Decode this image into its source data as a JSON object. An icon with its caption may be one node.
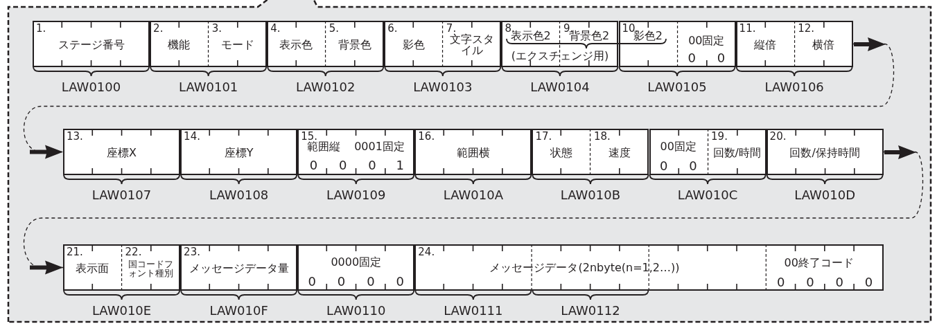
{
  "diagram": {
    "nodes": [
      {
        "text": [
          "1.",
          "ステージ番号"
        ],
        "beside": [
          "LAW0100"
        ]
      },
      {
        "text": [
          "2.",
          "機能",
          "3.",
          "モード"
        ],
        "beside": [
          "LAW0101"
        ]
      },
      {
        "text": [
          "4.",
          "表示色",
          "5.",
          "背景色"
        ],
        "beside": [
          "LAW0102"
        ]
      },
      {
        "text": [
          "6.",
          "影色",
          "7.",
          "文字スタイル"
        ],
        "beside": [
          "LAW0103"
        ]
      },
      {
        "text": [
          "8.",
          "表示色2",
          "9.",
          "背景色2",
          "(エクスチェンジ用)"
        ],
        "beside": [
          "LAW0104"
        ]
      },
      {
        "text": [
          "10.",
          "影色2",
          "00固定",
          "0",
          "0"
        ],
        "beside": [
          "LAW0105"
        ]
      },
      {
        "text": [
          "11.",
          "縦倍",
          "12.",
          "横倍"
        ],
        "beside": [
          "LAW0106"
        ]
      },
      {
        "text": [
          "13.",
          "座標X"
        ],
        "beside": [
          "LAW0107"
        ]
      },
      {
        "text": [
          "14.",
          "座標Y"
        ],
        "beside": [
          "LAW0108"
        ]
      },
      {
        "text": [
          "15.",
          "範囲縦",
          "0001固定",
          "0",
          "0",
          "0",
          "1"
        ],
        "beside": [
          "LAW0109"
        ]
      },
      {
        "text": [
          "16.",
          "範囲横"
        ],
        "beside": [
          "LAW010A"
        ]
      },
      {
        "text": [
          "17.",
          "状態",
          "18.",
          "速度"
        ],
        "beside": [
          "LAW010B"
        ]
      },
      {
        "text": [
          "00固定",
          "0",
          "0",
          "19.",
          "回数/時間"
        ],
        "beside": [
          "LAW010C"
        ]
      },
      {
        "text": [
          "20.",
          "回数/保持時間"
        ],
        "beside": [
          "LAW010D"
        ]
      },
      {
        "text": [
          "21.",
          "表示面",
          "22.",
          "国コードフォント種別"
        ],
        "beside": [
          "LAW010E"
        ]
      },
      {
        "text": [
          "23.",
          "メッセージデータ量"
        ],
        "beside": [
          "LAW010F"
        ]
      },
      {
        "text": [
          "0000固定",
          "0",
          "0",
          "0",
          "0"
        ],
        "beside": [
          "LAW0110"
        ]
      },
      {
        "text": [
          "24.",
          "メッセージデータ(2nbyte(n=1,2…))",
          "00終了コード",
          "0",
          "0",
          "0",
          "0"
        ],
        "beside": [
          "LAW0111",
          "LAW0112"
        ]
      }
    ],
    "edges": [
      {
        "from": 6,
        "to": 7,
        "arrow": "to",
        "style": "dashed"
      },
      {
        "from": 13,
        "to": 14,
        "arrow": "to",
        "style": "dashed"
      }
    ]
  }
}
